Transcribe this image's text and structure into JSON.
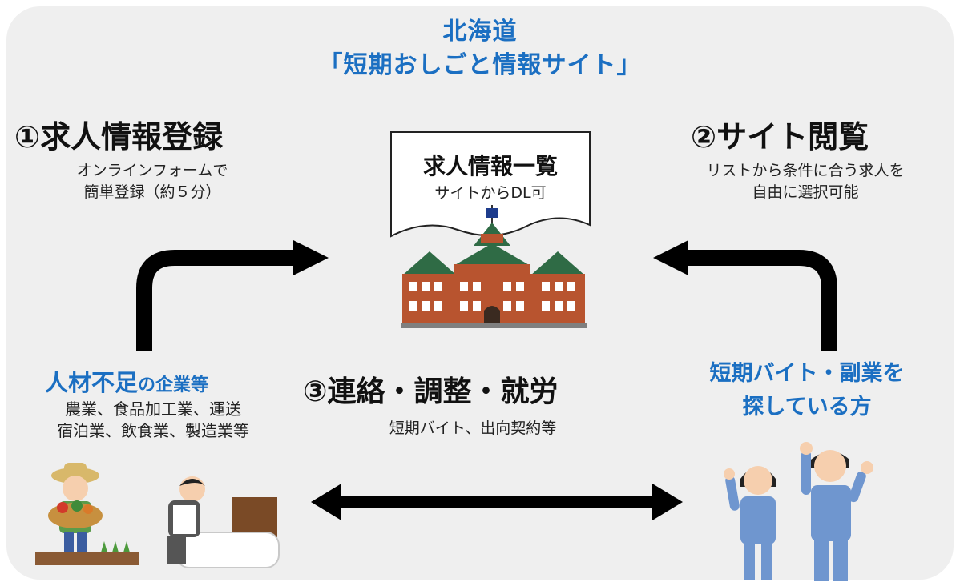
{
  "header": {
    "title_line1": "北海道",
    "title_line2": "「短期おしごと情報サイト」"
  },
  "steps": [
    {
      "title": "①求人情報登録",
      "sub_line1": "オンラインフォームで",
      "sub_line2": "簡単登録（約５分）"
    },
    {
      "title": "②サイト閲覧",
      "sub_line1": "リストから条件に合う求人を",
      "sub_line2": "自由に選択可能"
    },
    {
      "title": "③連絡・調整・就労",
      "sub_line1": "短期バイト、出向契約等"
    }
  ],
  "document": {
    "title": "求人情報一覧",
    "sub": "サイトからDL可"
  },
  "employers": {
    "heading_big1": "人材不足",
    "heading_small": "の企業等",
    "line1": "農業、食品加工業、運送",
    "line2": "宿泊業、飲食業、製造業等"
  },
  "seekers": {
    "heading_line1": "短期バイト・副業を",
    "heading_line2": "探している方"
  },
  "colors": {
    "accent_blue": "#1b6fc2",
    "panel_bg": "#efefef",
    "building_brick": "#b8542f",
    "building_roof": "#2f6b45",
    "uniform_blue": "#6f96cf"
  }
}
